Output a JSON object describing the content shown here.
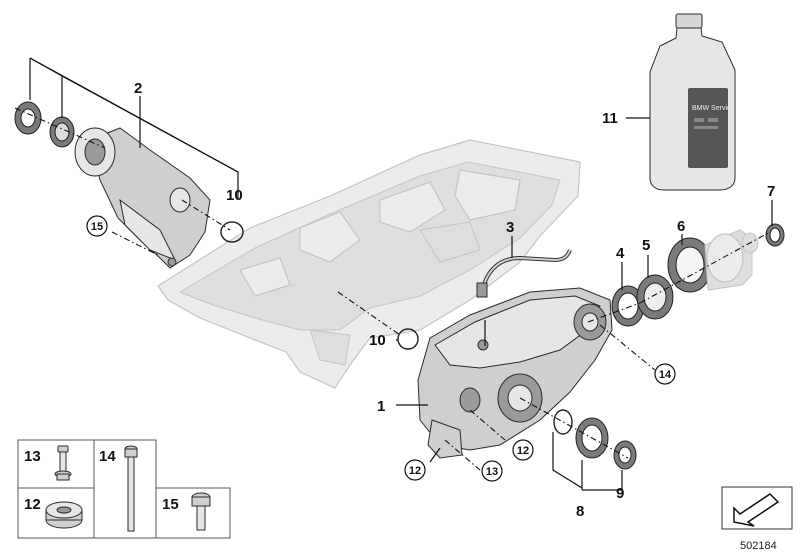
{
  "callouts": {
    "c1": "1",
    "c2": "2",
    "c3": "3",
    "c4": "4",
    "c5": "5",
    "c6": "6",
    "c7": "7",
    "c8": "8",
    "c9": "9",
    "c10a": "10",
    "c10b": "10",
    "c11": "11",
    "c12a": "12",
    "c12b": "12",
    "c13": "13",
    "c14": "14",
    "c15": "15"
  },
  "legend": {
    "l13": "13",
    "l14": "14",
    "l12": "12",
    "l15": "15"
  },
  "bottle_text": "BMW Service",
  "diagram_number": "502184"
}
